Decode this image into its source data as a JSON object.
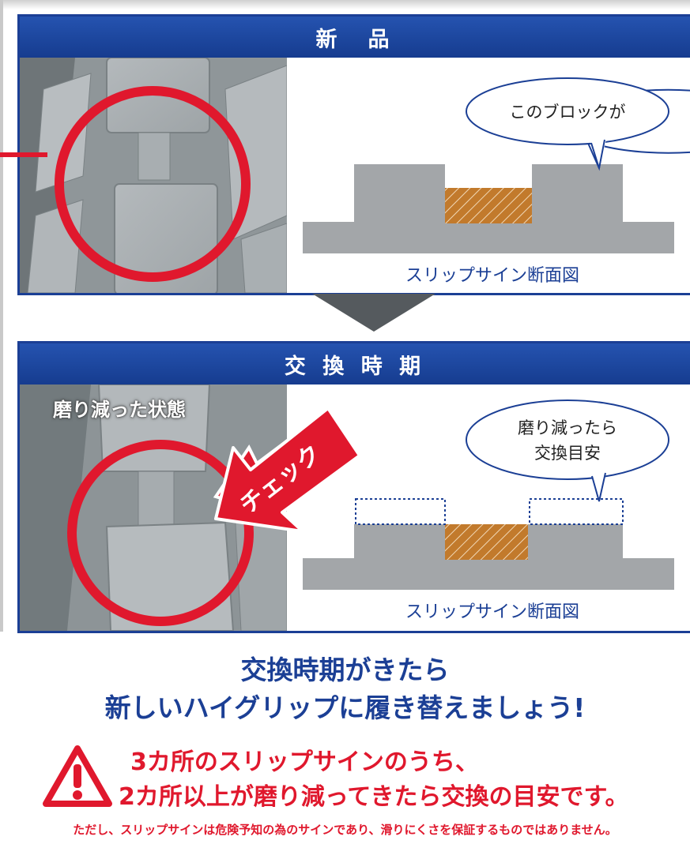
{
  "colors": {
    "navy": "#1b3f95",
    "red": "#e0182d",
    "tread_gray": "#a3a6a9",
    "wear_brown": "#c27a2c"
  },
  "new_panel": {
    "title": "新　品",
    "bubble": "このブロックが",
    "caption": "スリップサイン断面図"
  },
  "arrow_icon": "down-triangle-arrow",
  "worn_panel": {
    "title": "交 換 時 期",
    "photo_label": "磨り減った状態",
    "check_label": "チェック",
    "bubble_line1": "磨り減ったら",
    "bubble_line2": "交換目安",
    "caption": "スリップサイン断面図"
  },
  "headline": {
    "line1": "交換時期がきたら",
    "line2": "新しいハイグリップに履き替えましょう!"
  },
  "warning": {
    "icon": "warning-triangle-icon",
    "line1": "3カ所のスリップサインのうち、",
    "line2": "2カ所以上が磨り減ってきたら交換の目安です。"
  },
  "disclaimer": "ただし、スリップサインは危険予知の為のサインであり、滑りにくさを保証するものではありません。"
}
